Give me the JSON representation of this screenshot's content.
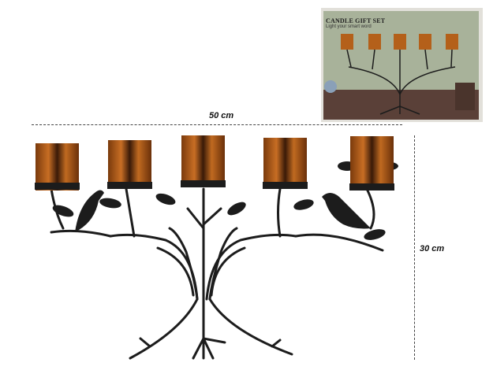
{
  "dimensions": {
    "width_label": "50 cm",
    "height_label": "30 cm"
  },
  "package": {
    "title": "CANDLE GIFT SET",
    "subtitle": "Light your smart word"
  },
  "colors": {
    "metal": "#1c1c1c",
    "glass": "#b4601a",
    "box_wall": "#a9b29c",
    "box_table": "#5a4038"
  }
}
